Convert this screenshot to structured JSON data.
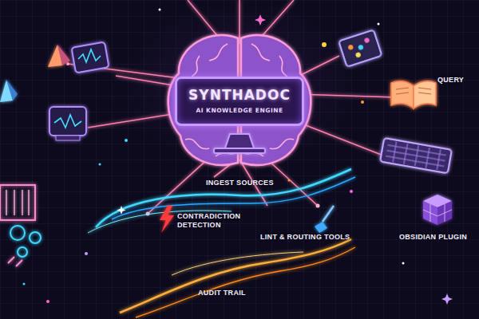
{
  "diagram": {
    "nodes": [
      {
        "text": [
          "SYNTHADOC",
          "AI KNOWLEDGE ENGINE"
        ]
      }
    ],
    "labels": [
      "INGEST SOURCES",
      "CONTRADICTION DETECTION",
      "LINT & ROUTING TOOLS",
      "OBSIDIAN PLUGIN",
      "AUDIT TRAIL",
      "QUERY"
    ]
  }
}
